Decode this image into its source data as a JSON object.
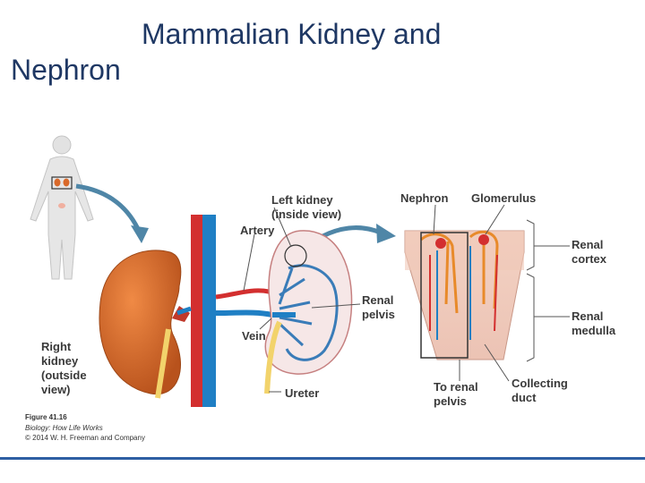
{
  "slide": {
    "title_line1": "Mammalian Kidney and",
    "title_line2": "Nephron"
  },
  "labels": {
    "left_kidney_1": "Left kidney",
    "left_kidney_2": "(inside view)",
    "artery": "Artery",
    "vein": "Vein",
    "ureter": "Ureter",
    "renal_pelvis_1": "Renal",
    "renal_pelvis_2": "pelvis",
    "right_kidney_1": "Right",
    "right_kidney_2": "kidney",
    "right_kidney_3": "(outside",
    "right_kidney_4": "view)",
    "nephron": "Nephron",
    "glomerulus": "Glomerulus",
    "renal_cortex_1": "Renal",
    "renal_cortex_2": "cortex",
    "renal_medulla_1": "Renal",
    "renal_medulla_2": "medulla",
    "collecting_duct_1": "Collecting",
    "collecting_duct_2": "duct",
    "to_renal_pelvis_1": "To renal",
    "to_renal_pelvis_2": "pelvis"
  },
  "caption": {
    "figure": "Figure 41.16",
    "book": "Biology: How Life Works",
    "copyright": "© 2014 W. H. Freeman and Company"
  },
  "colors": {
    "title": "#1f3864",
    "kidney": "#d9692a",
    "artery": "#d32f2f",
    "vein": "#1f7fc4",
    "ureter": "#f2d36b",
    "arrow": "#4f86a7",
    "rule": "#2e5fa3"
  }
}
